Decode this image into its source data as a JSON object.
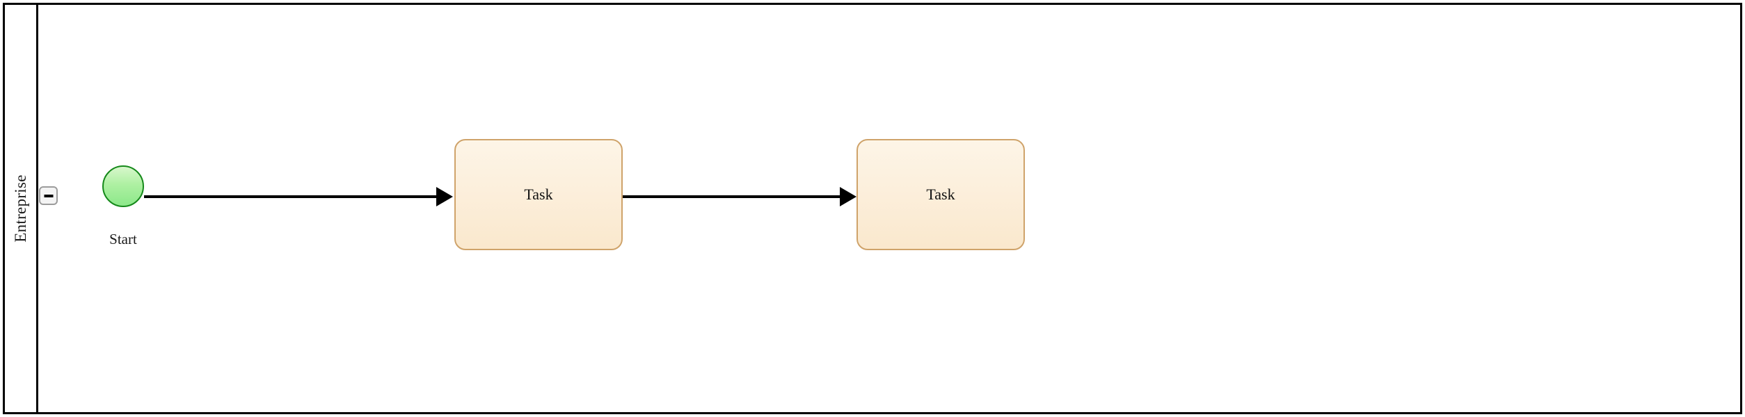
{
  "diagram": {
    "type": "bpmn-process",
    "background_color": "#ffffff",
    "border_color": "#000000"
  },
  "pool": {
    "name": "Entreprise",
    "collapse_button": {
      "icon": "minus-icon",
      "state": "expanded",
      "fill_color": "#f4f4f4",
      "border_color": "#9c9c9c"
    }
  },
  "elements": {
    "start_event": {
      "label": "Start",
      "shape": "circle",
      "fill_color": "#aef0a2",
      "border_color": "#15891a"
    },
    "tasks": [
      {
        "label": "Task",
        "shape": "rounded-rectangle",
        "fill_color": "#fcefdc",
        "border_color": "#cfa36a"
      },
      {
        "label": "Task",
        "shape": "rounded-rectangle",
        "fill_color": "#fcefdc",
        "border_color": "#cfa36a"
      }
    ]
  },
  "flows": [
    {
      "from": "start_event",
      "to": "task-1",
      "style": "sequence-flow",
      "color": "#000000"
    },
    {
      "from": "task-1",
      "to": "task-2",
      "style": "sequence-flow",
      "color": "#000000"
    }
  ]
}
